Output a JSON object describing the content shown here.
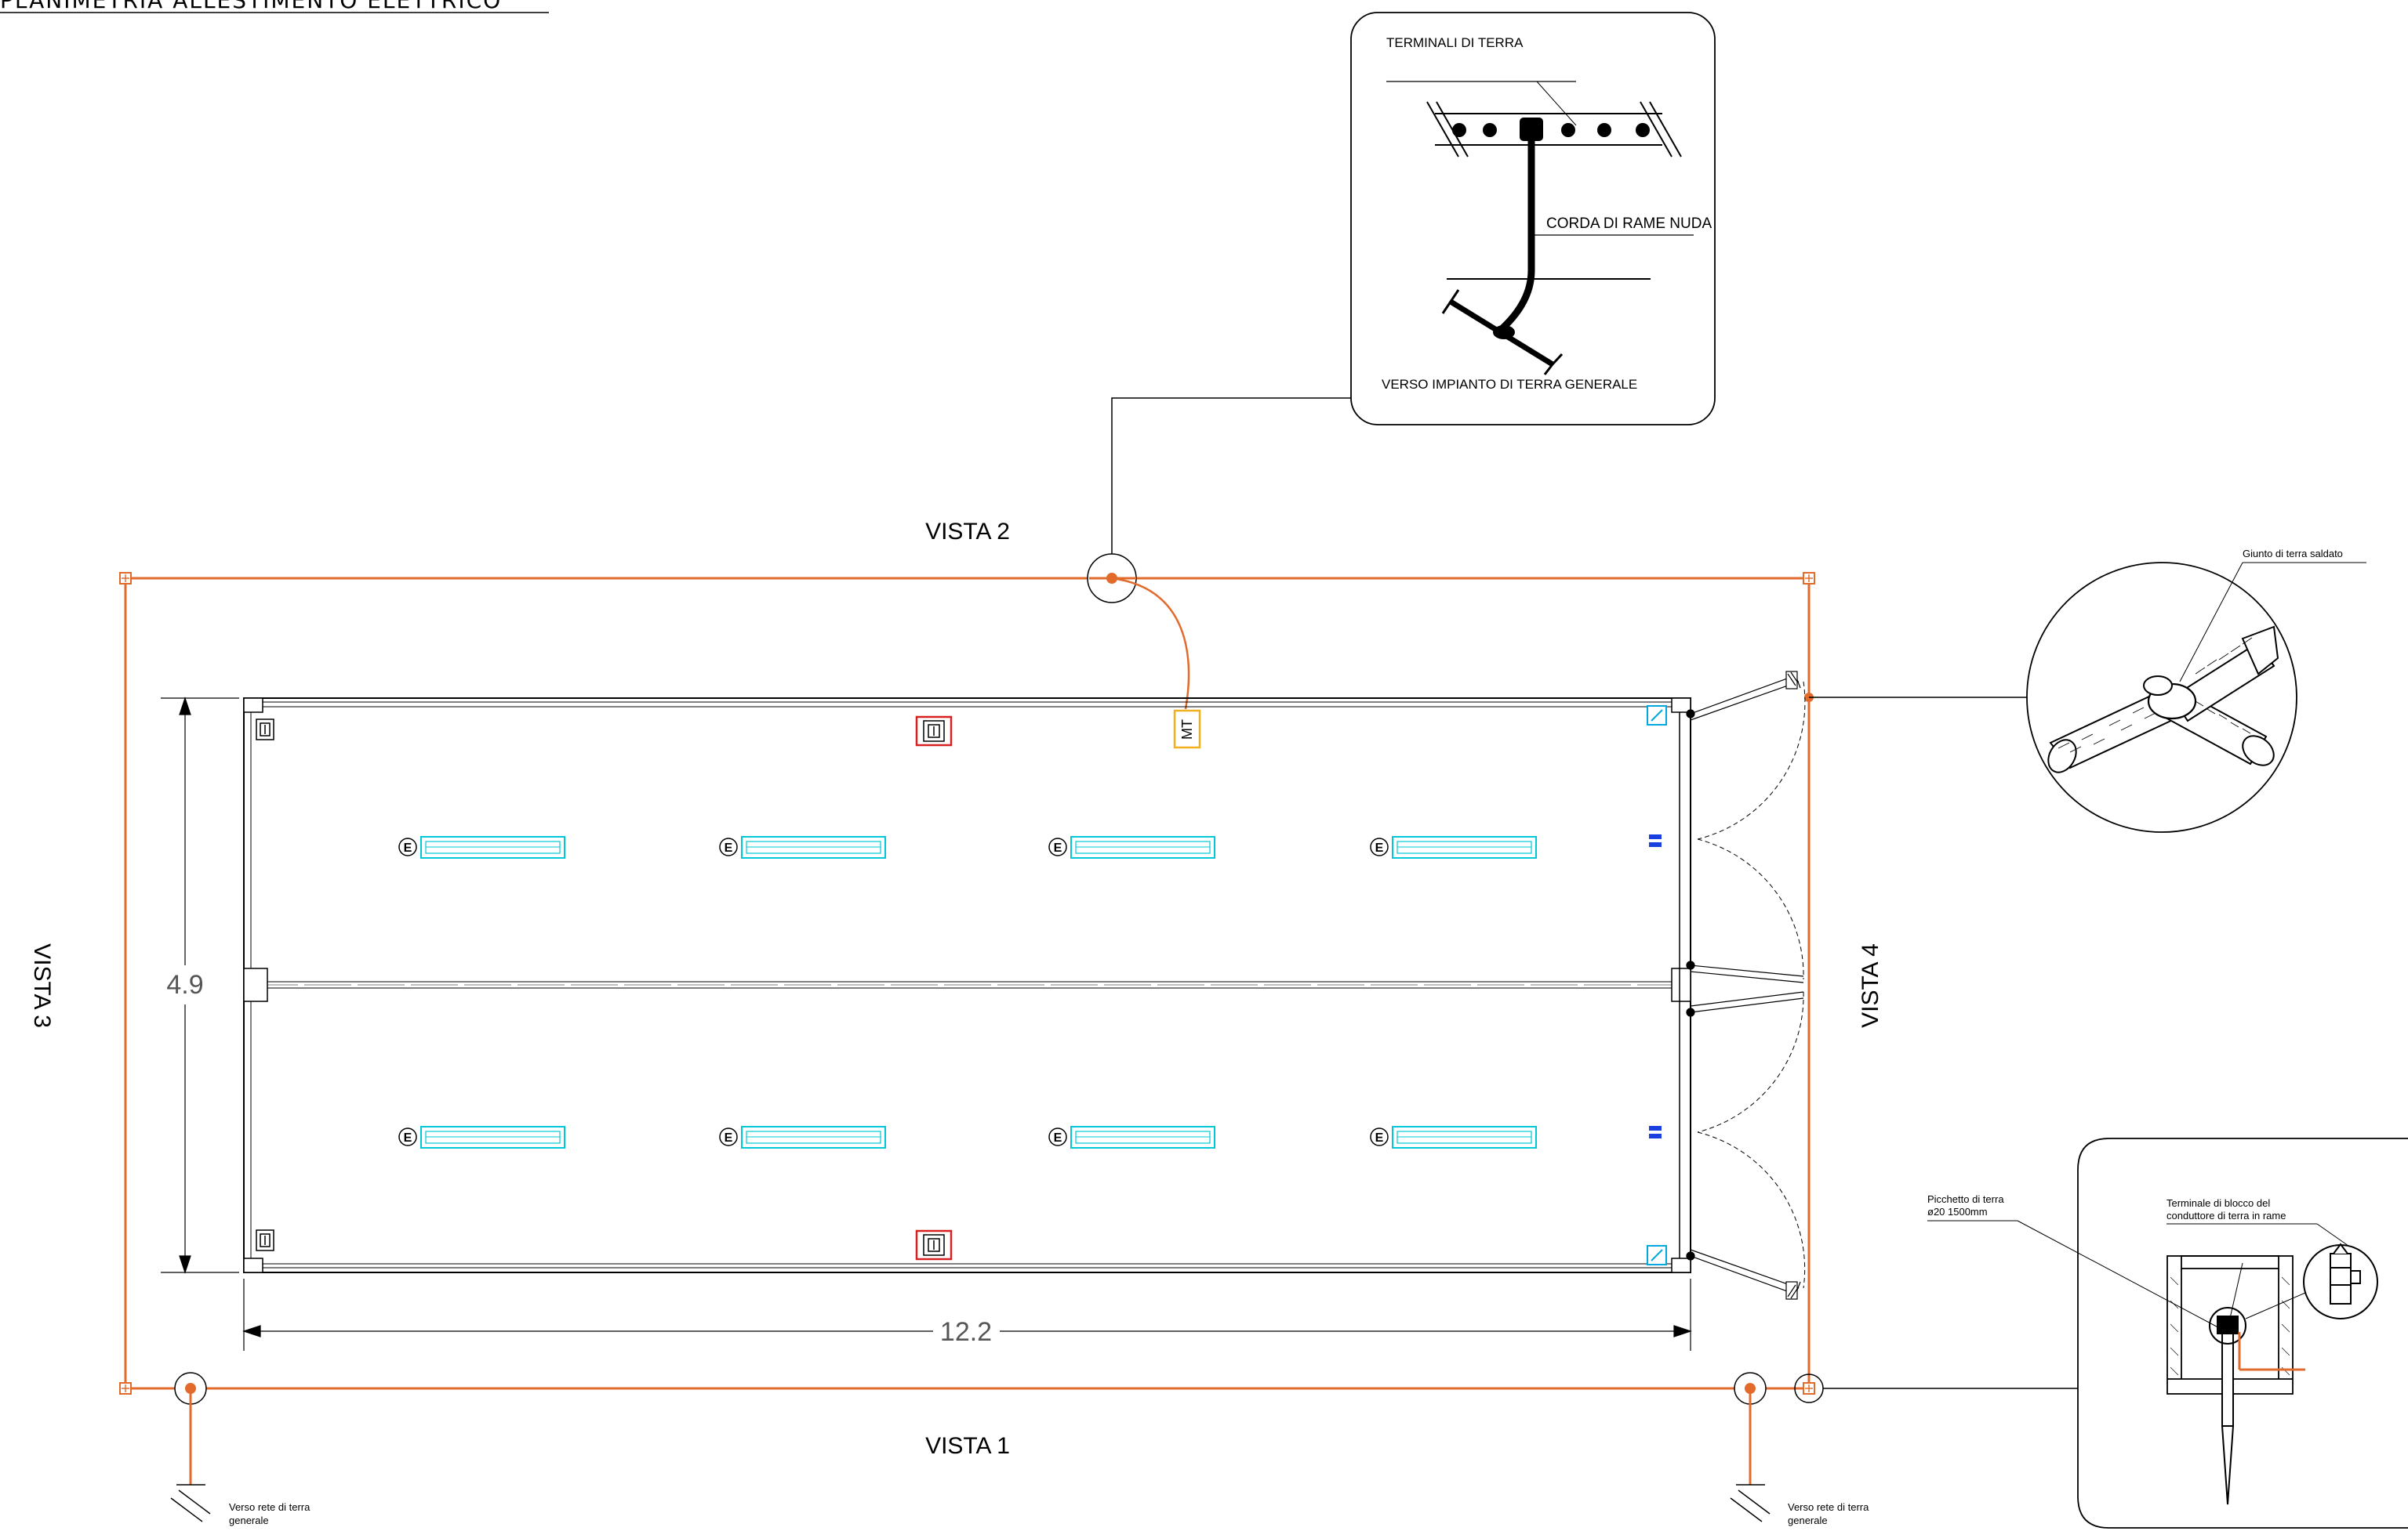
{
  "title": "PLANIMETRIA  ALLESTIMENTO  ELETTRICO",
  "views": {
    "top": "VISTA  2",
    "bottom": "VISTA  1",
    "left": "VISTA  3",
    "right": "VISTA  4"
  },
  "dimensions": {
    "length": "12.2",
    "width": "4.9"
  },
  "detail_earth_terminals": {
    "terminals_label": "TERMINALI DI TERRA",
    "conductor_label": "CORDA DI RAME NUDA",
    "general_label": "VERSO IMPIANTO DI TERRA GENERALE"
  },
  "detail_weld": {
    "label": "Giunto  di  terra  saldato"
  },
  "detail_rod": {
    "rod_label_line1": "Picchetto  di  terra",
    "rod_label_line2": "ø20  1500mm",
    "block_label_line1": "Terminale  di  blocco  del",
    "block_label_line2": "conduttore  di  terra  in  rame"
  },
  "network_note": {
    "line1": "Verso  rete  di  terra",
    "line2": "generale"
  },
  "symbols": {
    "emergency": "E",
    "mt": "MT"
  },
  "colors": {
    "earth_line": "#e26b2c",
    "lamp": "#00c8d8",
    "socket_highlight": "#d92020",
    "switch": "#1a3fe0",
    "mt_box": "#f0b020",
    "ink": "#000000"
  }
}
